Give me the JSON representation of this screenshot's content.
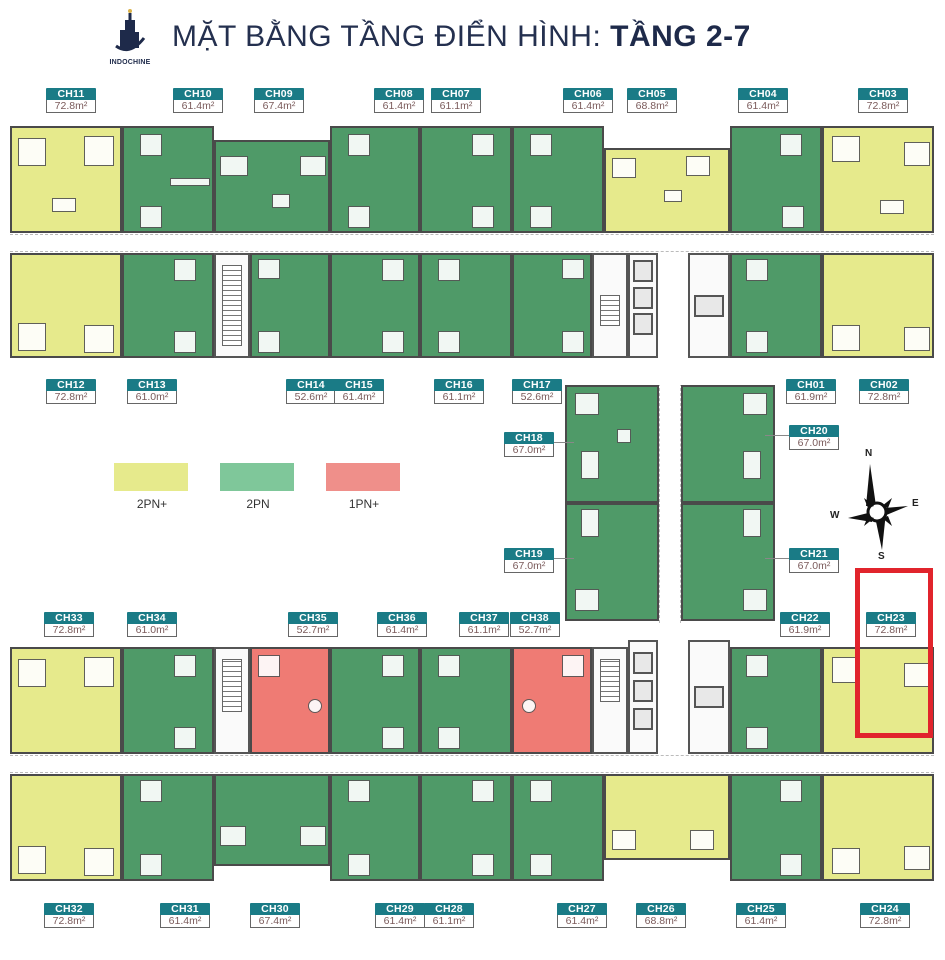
{
  "header": {
    "logo_text": "INDOCHINE",
    "title_main": "MẶT BẰNG TẦNG ĐIỂN HÌNH: ",
    "title_bold": "TẦNG 2-7"
  },
  "legend": [
    {
      "label": "2PN+",
      "color": "#e6ea8c"
    },
    {
      "label": "2PN",
      "color": "#7fc79a"
    },
    {
      "label": "1PN+",
      "color": "#ef8f8a"
    }
  ],
  "compass": {
    "n": "N",
    "s": "S",
    "e": "E",
    "w": "W"
  },
  "colors": {
    "type_2pn_plus": "#e6ea8c",
    "type_2pn": "#4f9a68",
    "type_1pn_plus": "#ef7b74",
    "label_header": "#1a7b86",
    "highlight": "#e1242c"
  },
  "units": {
    "CH01": {
      "code": "CH01",
      "area": "61.9m²",
      "type": "2PN"
    },
    "CH02": {
      "code": "CH02",
      "area": "72.8m²",
      "type": "2PN+"
    },
    "CH03": {
      "code": "CH03",
      "area": "72.8m²",
      "type": "2PN+"
    },
    "CH04": {
      "code": "CH04",
      "area": "61.4m²",
      "type": "2PN"
    },
    "CH05": {
      "code": "CH05",
      "area": "68.8m²",
      "type": "2PN+"
    },
    "CH06": {
      "code": "CH06",
      "area": "61.4m²",
      "type": "2PN"
    },
    "CH07": {
      "code": "CH07",
      "area": "61.1m²",
      "type": "2PN"
    },
    "CH08": {
      "code": "CH08",
      "area": "61.4m²",
      "type": "2PN"
    },
    "CH09": {
      "code": "CH09",
      "area": "67.4m²",
      "type": "2PN"
    },
    "CH10": {
      "code": "CH10",
      "area": "61.4m²",
      "type": "2PN"
    },
    "CH11": {
      "code": "CH11",
      "area": "72.8m²",
      "type": "2PN+"
    },
    "CH12": {
      "code": "CH12",
      "area": "72.8m²",
      "type": "2PN+"
    },
    "CH13": {
      "code": "CH13",
      "area": "61.0m²",
      "type": "2PN"
    },
    "CH14": {
      "code": "CH14",
      "area": "52.6m²",
      "type": "2PN"
    },
    "CH15": {
      "code": "CH15",
      "area": "61.4m²",
      "type": "2PN"
    },
    "CH16": {
      "code": "CH16",
      "area": "61.1m²",
      "type": "2PN"
    },
    "CH17": {
      "code": "CH17",
      "area": "52.6m²",
      "type": "2PN"
    },
    "CH18": {
      "code": "CH18",
      "area": "67.0m²",
      "type": "2PN"
    },
    "CH19": {
      "code": "CH19",
      "area": "67.0m²",
      "type": "2PN"
    },
    "CH20": {
      "code": "CH20",
      "area": "67.0m²",
      "type": "2PN"
    },
    "CH21": {
      "code": "CH21",
      "area": "67.0m²",
      "type": "2PN"
    },
    "CH22": {
      "code": "CH22",
      "area": "61.9m²",
      "type": "2PN"
    },
    "CH23": {
      "code": "CH23",
      "area": "72.8m²",
      "type": "2PN+",
      "highlighted": true
    },
    "CH24": {
      "code": "CH24",
      "area": "72.8m²",
      "type": "2PN+"
    },
    "CH25": {
      "code": "CH25",
      "area": "61.4m²",
      "type": "2PN"
    },
    "CH26": {
      "code": "CH26",
      "area": "68.8m²",
      "type": "2PN+"
    },
    "CH27": {
      "code": "CH27",
      "area": "61.4m²",
      "type": "2PN"
    },
    "CH28": {
      "code": "CH28",
      "area": "61.1m²",
      "type": "2PN"
    },
    "CH29": {
      "code": "CH29",
      "area": "61.4m²",
      "type": "2PN"
    },
    "CH30": {
      "code": "CH30",
      "area": "67.4m²",
      "type": "2PN"
    },
    "CH31": {
      "code": "CH31",
      "area": "61.4m²",
      "type": "2PN"
    },
    "CH32": {
      "code": "CH32",
      "area": "72.8m²",
      "type": "2PN+"
    },
    "CH33": {
      "code": "CH33",
      "area": "72.8m²",
      "type": "2PN+"
    },
    "CH34": {
      "code": "CH34",
      "area": "61.0m²",
      "type": "2PN"
    },
    "CH35": {
      "code": "CH35",
      "area": "52.7m²",
      "type": "1PN+"
    },
    "CH36": {
      "code": "CH36",
      "area": "61.4m²",
      "type": "2PN"
    },
    "CH37": {
      "code": "CH37",
      "area": "61.1m²",
      "type": "2PN"
    },
    "CH38": {
      "code": "CH38",
      "area": "52.7m²",
      "type": "1PN+"
    }
  }
}
